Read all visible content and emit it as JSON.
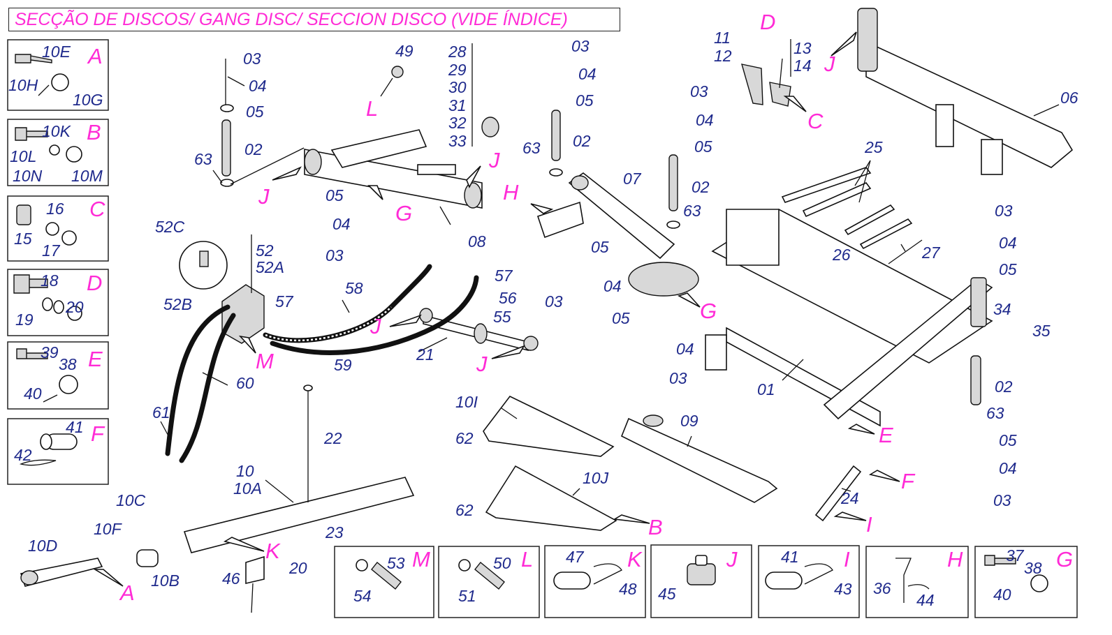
{
  "title": "SECÇÃO DE DISCOS/ GANG DISC/ SECCION DISCO (VIDE ÍNDICE)",
  "colors": {
    "label": "#1f2a8c",
    "letter": "#ff2bd6",
    "line": "#111111"
  },
  "labels": {
    "l_10E": "10E",
    "l_10H": "10H",
    "l_10G": "10G",
    "l_10K": "10K",
    "l_10L": "10L",
    "l_10N": "10N",
    "l_10M": "10M",
    "l_16": "16",
    "l_15": "15",
    "l_17": "17",
    "l_18": "18",
    "l_19": "19",
    "l_20a": "20",
    "l_39": "39",
    "l_38a": "38",
    "l_40a": "40",
    "l_41a": "41",
    "l_42": "42",
    "l_03a": "03",
    "l_04a": "04",
    "l_05a": "05",
    "l_02a": "02",
    "l_63a": "63",
    "l_05b": "05",
    "l_04b": "04",
    "l_03b": "03",
    "l_08": "08",
    "l_49": "49",
    "l_28": "28",
    "l_29": "29",
    "l_30": "30",
    "l_31": "31",
    "l_32": "32",
    "l_33": "33",
    "l_03c": "03",
    "l_04c": "04",
    "l_05c": "05",
    "l_02c": "02",
    "l_63c": "63",
    "l_07": "07",
    "l_05d": "05",
    "l_04d": "04",
    "l_03d": "03",
    "l_03e": "03",
    "l_04e": "04",
    "l_05e": "05",
    "l_02e": "02",
    "l_63e": "63",
    "l_05f": "05",
    "l_04f": "04",
    "l_03f": "03",
    "l_11": "11",
    "l_12": "12",
    "l_13": "13",
    "l_14": "14",
    "l_06": "06",
    "l_25": "25",
    "l_26": "26",
    "l_27": "27",
    "l_03g": "03",
    "l_04g": "04",
    "l_05g": "05",
    "l_34": "34",
    "l_35": "35",
    "l_02g": "02",
    "l_63g": "63",
    "l_05h": "05",
    "l_04h": "04",
    "l_03h": "03",
    "l_01": "01",
    "l_09": "09",
    "l_24": "24",
    "l_52C": "52C",
    "l_52B": "52B",
    "l_52": "52",
    "l_52A": "52A",
    "l_57a": "57",
    "l_58": "58",
    "l_57b": "57",
    "l_56": "56",
    "l_55": "55",
    "l_59": "59",
    "l_21": "21",
    "l_60": "60",
    "l_61": "61",
    "l_10I": "10I",
    "l_62a": "62",
    "l_10J": "10J",
    "l_62b": "62",
    "l_22": "22",
    "l_10": "10",
    "l_10A": "10A",
    "l_10C": "10C",
    "l_10D": "10D",
    "l_10F": "10F",
    "l_10B": "10B",
    "l_23": "23",
    "l_20b": "20",
    "l_46": "46",
    "l_53": "53",
    "l_54": "54",
    "l_50": "50",
    "l_51": "51",
    "l_47": "47",
    "l_48": "48",
    "l_45": "45",
    "l_41b": "41",
    "l_43": "43",
    "l_36": "36",
    "l_44": "44",
    "l_37": "37",
    "l_38b": "38",
    "l_40b": "40"
  },
  "letters": {
    "A1": "A",
    "B1": "B",
    "C1": "C",
    "D1": "D",
    "E1": "E",
    "F1": "F",
    "J_arm1": "J",
    "J_arm2": "J",
    "G_arm1": "G",
    "L_top": "L",
    "D_top": "D",
    "C_top": "C",
    "J_top": "J",
    "H_arm2": "H",
    "G_arm2": "G",
    "M_block": "M",
    "J_hose": "J",
    "J_cyl": "J",
    "E_frame": "E",
    "F_link": "F",
    "I_link": "I",
    "K_bar": "K",
    "A_bar": "A",
    "B_plate": "B",
    "M_box": "M",
    "L_box": "L",
    "K_box": "K",
    "J_box": "J",
    "I_box": "I",
    "H_box": "H",
    "G_box": "G"
  }
}
